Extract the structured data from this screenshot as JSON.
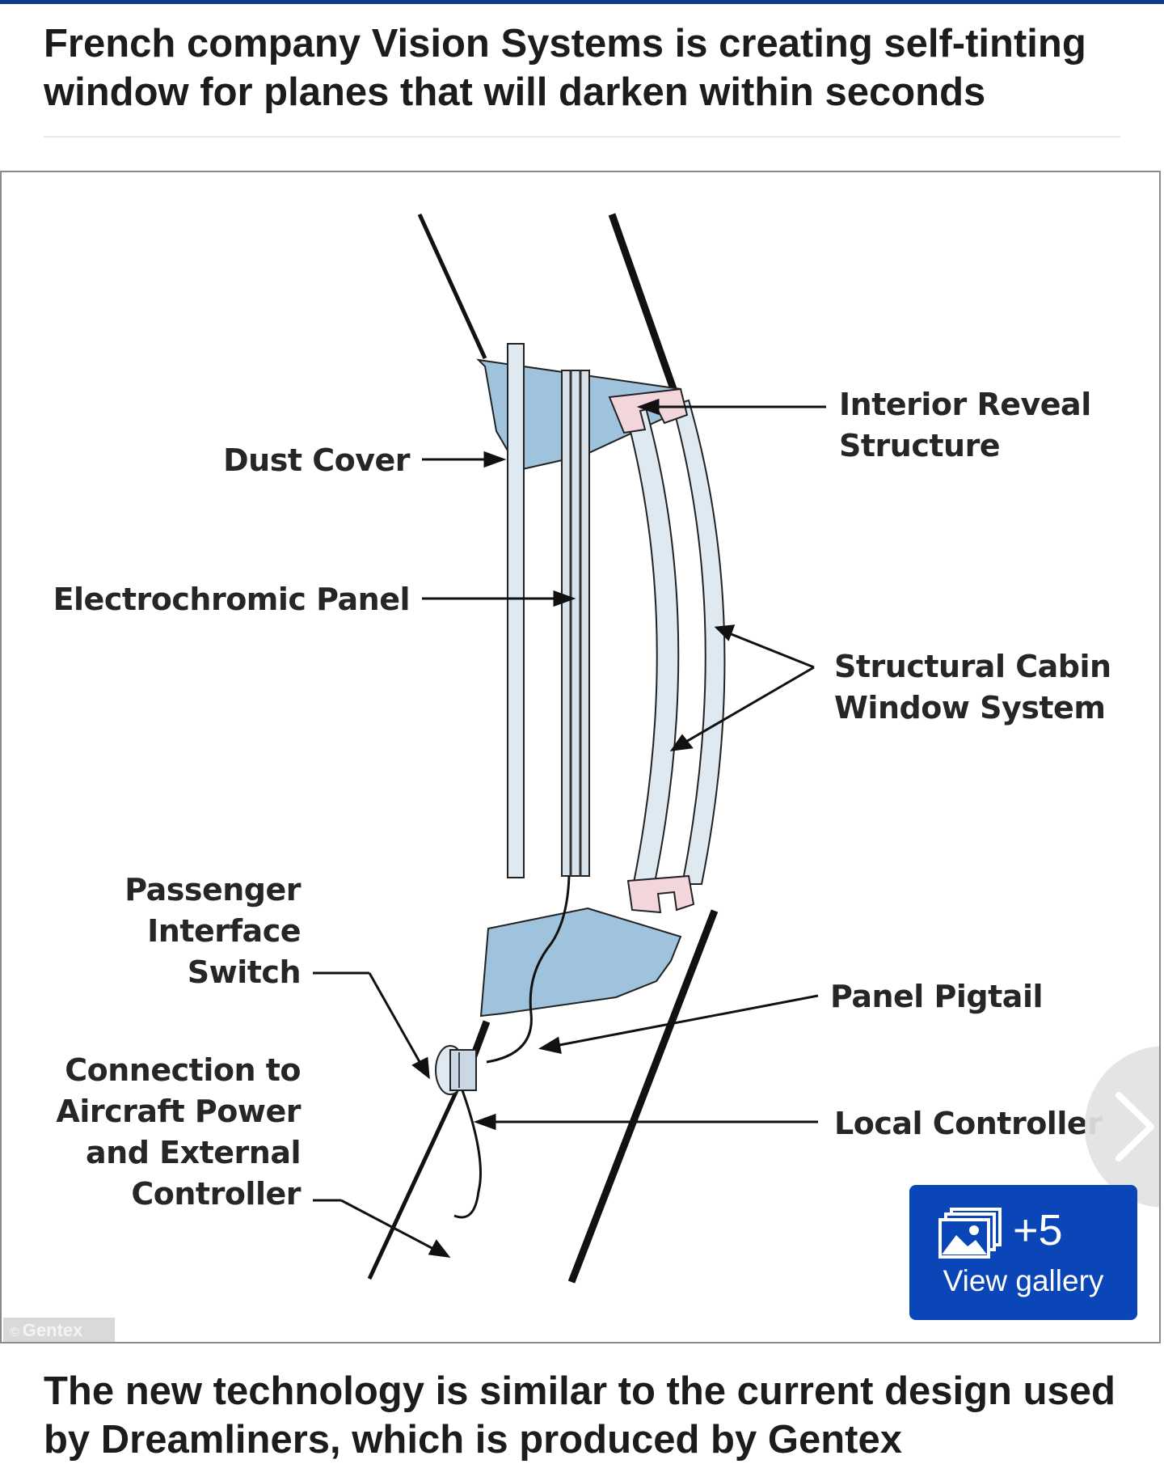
{
  "article": {
    "headline": "French company Vision Systems is creating self-tinting window for planes that will darken within seconds",
    "caption": "The new technology is similar to the current design used by Dreamliners, which is produced by Gentex"
  },
  "figure": {
    "labels": {
      "interior_reveal": "Interior Reveal\nStructure",
      "dust_cover": "Dust Cover",
      "electrochromic_panel": "Electrochromic Panel",
      "structural_cabin_window": "Structural Cabin\nWindow System",
      "passenger_interface_switch": "Passenger\nInterface\nSwitch",
      "panel_pigtail": "Panel Pigtail",
      "connection_to_power": "Connection to\nAircraft Power\nand External\nController",
      "local_controller": "Local Controller"
    },
    "credit": "Gentex",
    "credit_icon": "copyright-icon",
    "colors": {
      "structure_fill": "#9fc3dc",
      "glass_fill": "#dfe9f1",
      "seal_fill": "#f3d6dc"
    }
  },
  "gallery": {
    "count": "+5",
    "label": "View gallery",
    "icon": "images-stack-icon",
    "color": "#0b46b8"
  },
  "carousel": {
    "next_icon": "chevron-right-icon"
  }
}
